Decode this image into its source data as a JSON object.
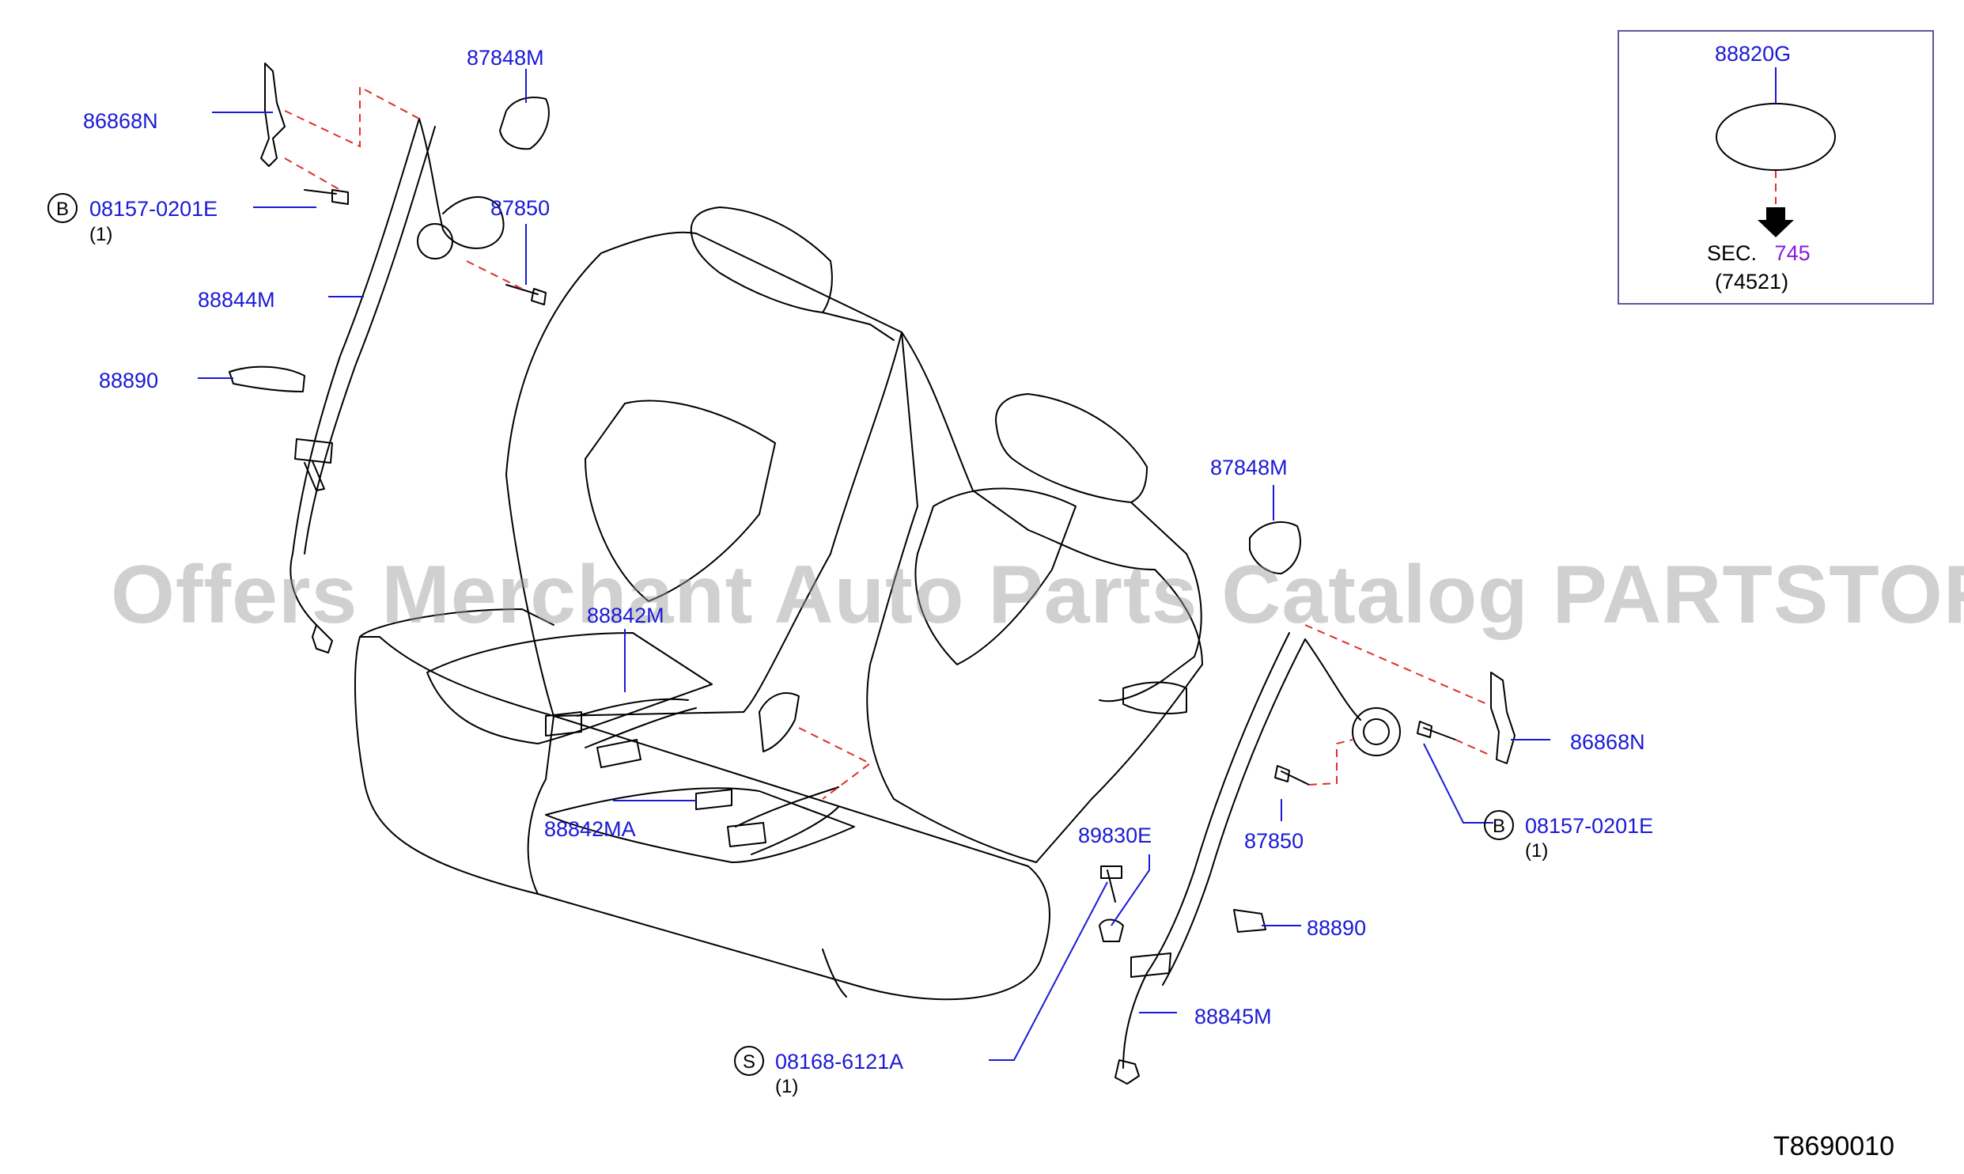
{
  "diagram_code": "T8690010",
  "watermark": "Offers Merchant Auto Parts Catalog PARTSTORE.SA",
  "parts": {
    "p86868N_left": "86868N",
    "p87848M_left": "87848M",
    "p08157_left": "08157-0201E",
    "p08157_left_qty": "(1)",
    "p87850_left": "87850",
    "p88844M": "88844M",
    "p88890_left": "88890",
    "p88842M": "88842M",
    "p88842MA": "88842MA",
    "p87848M_right": "87848M",
    "p86868N_right": "86868N",
    "p08157_right": "08157-0201E",
    "p08157_right_qty": "(1)",
    "p87850_right": "87850",
    "p89830E": "89830E",
    "p88890_right": "88890",
    "p88845M": "88845M",
    "p08168": "08168-6121A",
    "p08168_qty": "(1)"
  },
  "symbols": {
    "bolt_b": "B",
    "screw_s": "S"
  },
  "inset": {
    "part": "88820G",
    "sec_prefix": "SEC.",
    "sec_number": "745",
    "sub_ref": "(74521)"
  },
  "colors": {
    "label": "#1a1ad6",
    "line": "#000000",
    "dashed": "#e0302a",
    "leader": "#1a1ad6",
    "sec_number": "#8a1ad6"
  }
}
